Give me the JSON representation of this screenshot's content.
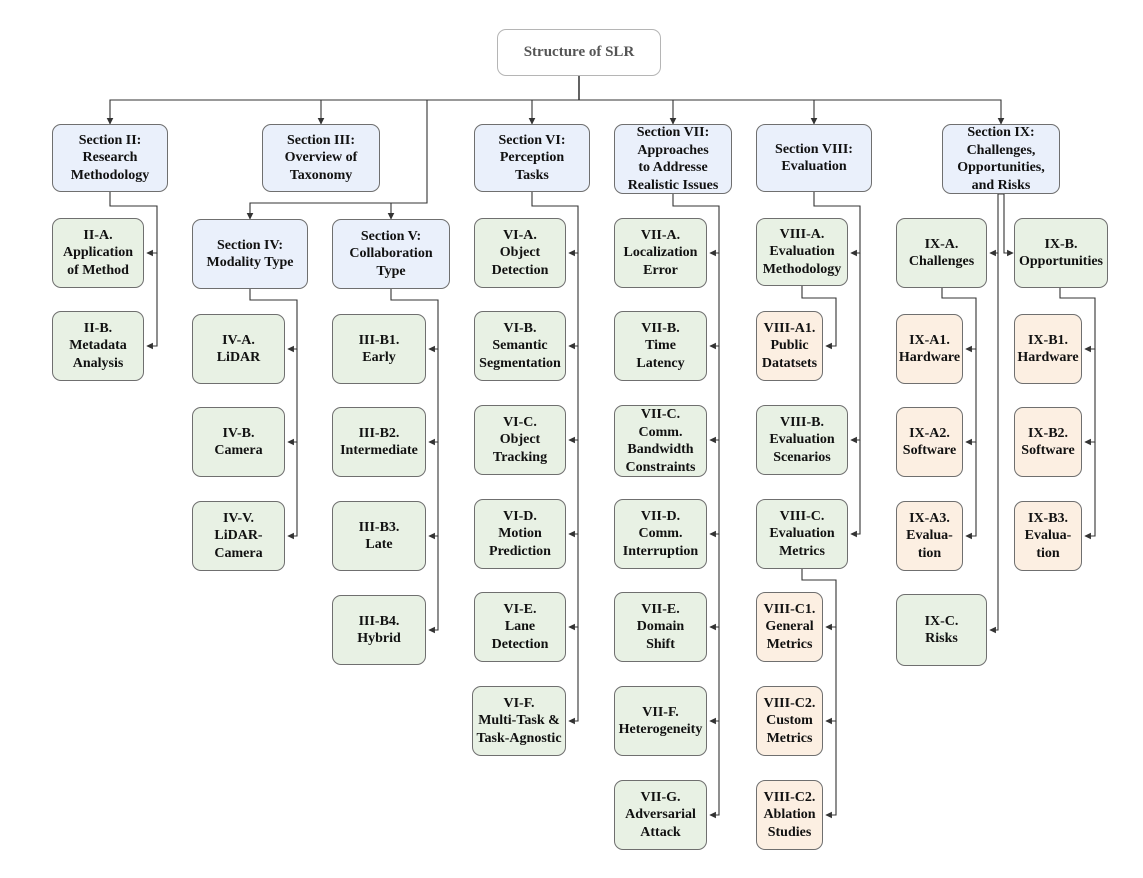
{
  "diagram": {
    "root": "Structure of SLR",
    "sections": {
      "s2": "Section II:\nResearch\nMethodology",
      "s3": "Section III:\nOverview of\nTaxonomy",
      "s4": "Section IV:\nModality Type",
      "s5": "Section V:\nCollaboration\nType",
      "s6": "Section VI:\nPerception\nTasks",
      "s7": "Section VII:\nApproaches\nto Addresse\nRealistic Issues",
      "s8": "Section VIII:\nEvaluation",
      "s9": "Section IX:\nChallenges,\nOpportunities,\nand Risks"
    },
    "nodes": {
      "2a": "II-A.\nApplication\nof Method",
      "2b": "II-B.\nMetadata\nAnalysis",
      "4a": "IV-A.\nLiDAR",
      "4b": "IV-B.\nCamera",
      "4v": "IV-V.\nLiDAR-\nCamera",
      "5b1": "III-B1.\nEarly",
      "5b2": "III-B2.\nIntermediate",
      "5b3": "III-B3.\nLate",
      "5b4": "III-B4.\nHybrid",
      "6a": "VI-A.\nObject\nDetection",
      "6b": "VI-B.\nSemantic\nSegmentation",
      "6c": "VI-C.\nObject\nTracking",
      "6d": "VI-D.\nMotion\nPrediction",
      "6e": "VI-E.\nLane\nDetection",
      "6f": "VI-F.\nMulti-Task &\nTask-Agnostic",
      "7a": "VII-A.\nLocalization\nError",
      "7b": "VII-B.\nTime\nLatency",
      "7c": "VII-C.\nComm.\nBandwidth\nConstraints",
      "7d": "VII-D.\nComm.\nInterruption",
      "7e": "VII-E.\nDomain\nShift",
      "7f": "VII-F.\nHeterogeneity",
      "7g": "VII-G.\nAdversarial\nAttack",
      "8a": "VIII-A.\nEvaluation\nMethodology",
      "8a1": "VIII-A1.\nPublic\nDatatsets",
      "8b": "VIII-B.\nEvaluation\nScenarios",
      "8c": "VIII-C.\nEvaluation\nMetrics",
      "8c1": "VIII-C1.\nGeneral\nMetrics",
      "8c2": "VIII-C2.\nCustom\nMetrics",
      "8c3": "VIII-C2.\nAblation\nStudies",
      "9a": "IX-A.\nChallenges",
      "9a1": "IX-A1.\nHardware",
      "9a2": "IX-A2.\nSoftware",
      "9a3": "IX-A3.\nEvalua-\ntion",
      "9b": "IX-B.\nOpportunities",
      "9b1": "IX-B1.\nHardware",
      "9b2": "IX-B2.\nSoftware",
      "9b3": "IX-B3.\nEvalua-\ntion",
      "9c": "IX-C.\nRisks"
    }
  },
  "colors": {
    "section_fill": "#eaf0fb",
    "subsection_fill": "#e8f1e4",
    "leaf_fill": "#fcefe2",
    "border": "#6f6f6f",
    "edge": "#333333"
  }
}
